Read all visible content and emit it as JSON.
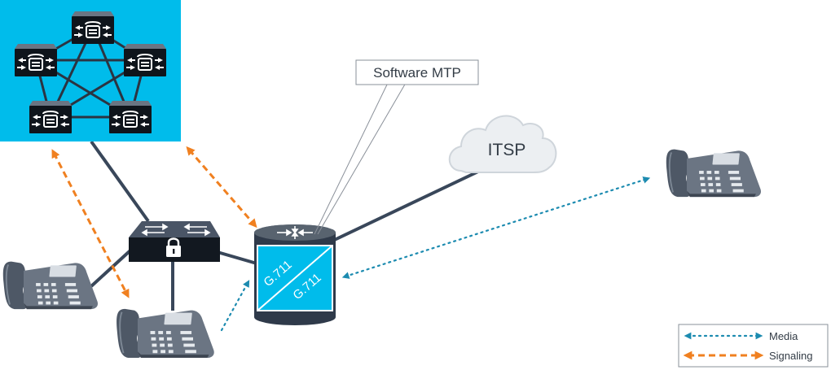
{
  "callout": {
    "label": "Software MTP"
  },
  "cloud": {
    "label": "ITSP"
  },
  "router": {
    "codec_top": "G.711",
    "codec_bottom": "G.711"
  },
  "legend": {
    "media_label": "Media",
    "signaling_label": "Signaling"
  },
  "colors": {
    "cluster_bg": "#00bceb",
    "router_body": "#3d4a5c",
    "router_panel": "#00bceb",
    "link_line": "#39475a",
    "media": "#1c8bb0",
    "signaling": "#f08020",
    "phone": "#4e5866"
  },
  "icons": [
    "call-manager-icon",
    "switch-lock-icon",
    "router-icon",
    "ip-phone-icon",
    "cloud-icon",
    "lock-icon"
  ]
}
